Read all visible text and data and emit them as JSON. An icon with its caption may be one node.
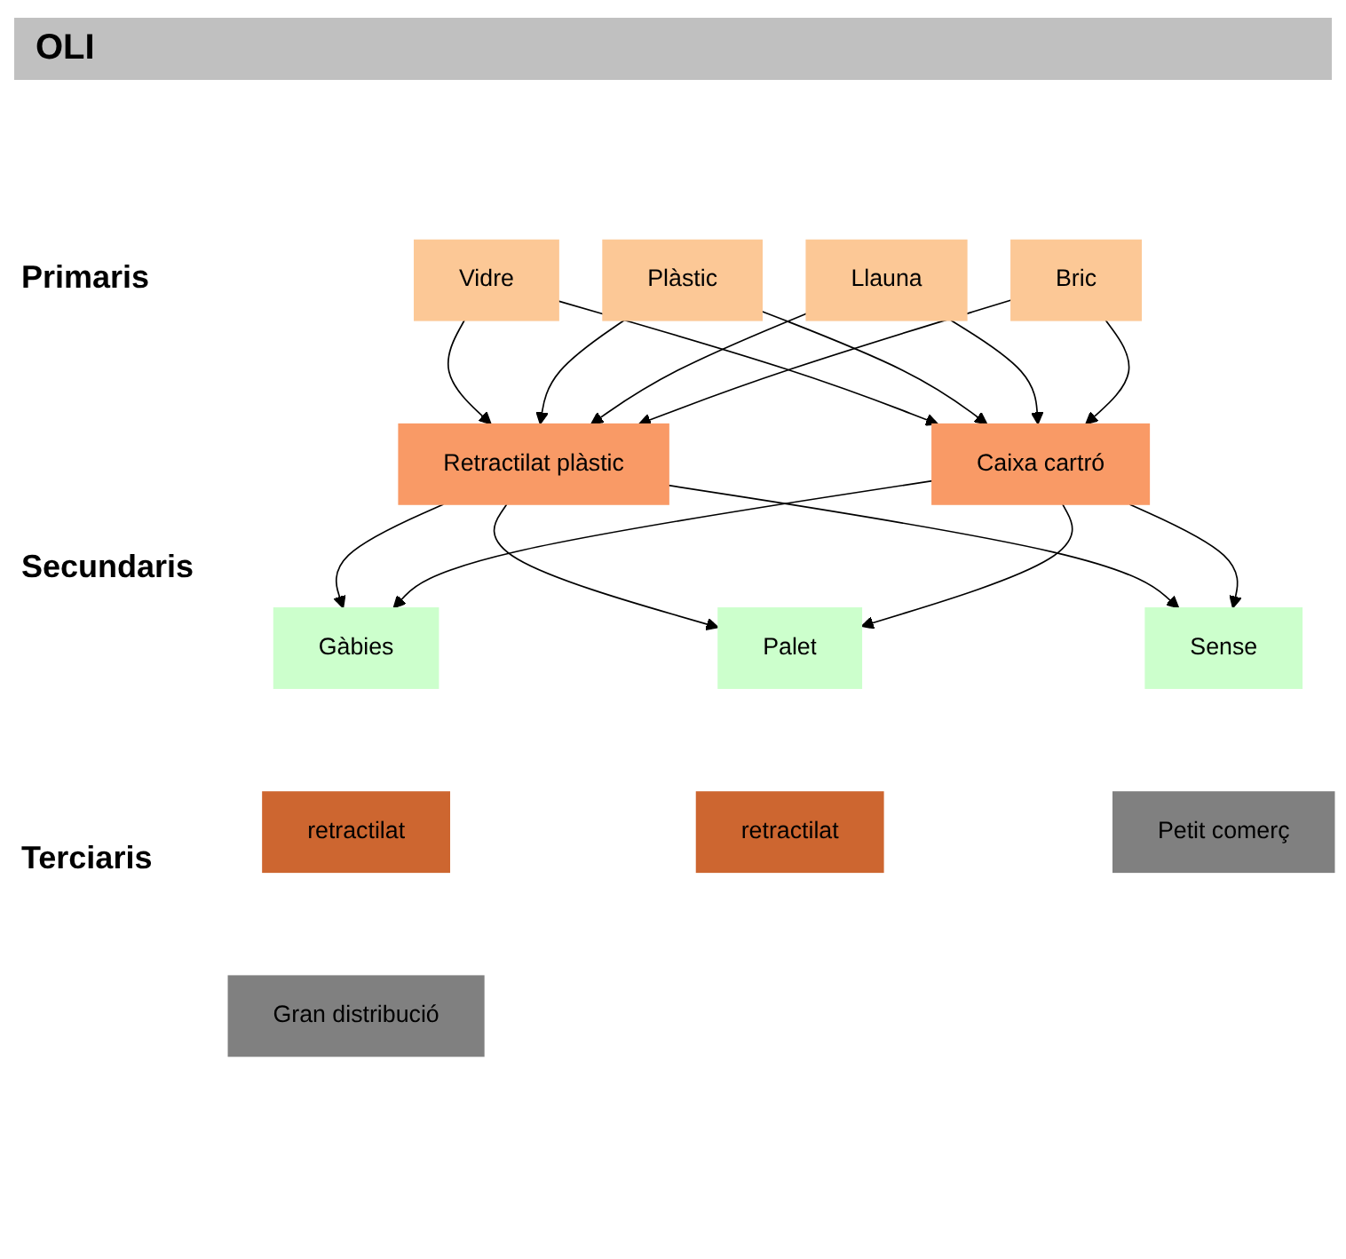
{
  "diagram": {
    "title": "OLI",
    "nodes": [
      {
        "text": [
          "Vidre"
        ]
      },
      {
        "text": [
          "Plàstic"
        ]
      },
      {
        "text": [
          "Llauna"
        ]
      },
      {
        "text": [
          "Bric"
        ]
      },
      {
        "text": [
          "Retractilat plàstic"
        ]
      },
      {
        "text": [
          "Caixa cartró"
        ]
      },
      {
        "text": [
          "Sense"
        ]
      },
      {
        "text": [
          "Gàbies"
        ]
      },
      {
        "text": [
          "Palet"
        ]
      },
      {
        "text": [
          "retractilat"
        ]
      },
      {
        "text": [
          "retractilat"
        ]
      },
      {
        "text": [
          "Petit comerç"
        ]
      },
      {
        "text": [
          "Gran distribució"
        ]
      }
    ],
    "edges": [
      {
        "from": 0,
        "to": 4,
        "arrow": "to"
      },
      {
        "from": 0,
        "to": 5,
        "arrow": "to"
      },
      {
        "from": 1,
        "to": 4,
        "arrow": "to"
      },
      {
        "from": 1,
        "to": 5,
        "arrow": "to"
      },
      {
        "from": 2,
        "to": 4,
        "arrow": "to"
      },
      {
        "from": 2,
        "to": 5,
        "arrow": "to"
      },
      {
        "from": 3,
        "to": 4,
        "arrow": "to"
      },
      {
        "from": 3,
        "to": 5,
        "arrow": "to"
      },
      {
        "from": 4,
        "to": 6,
        "arrow": "to"
      },
      {
        "from": 4,
        "to": 7,
        "arrow": "to"
      },
      {
        "from": 4,
        "to": 8,
        "arrow": "to"
      },
      {
        "from": 5,
        "to": 6,
        "arrow": "to"
      },
      {
        "from": 5,
        "to": 7,
        "arrow": "to"
      },
      {
        "from": 5,
        "to": 8,
        "arrow": "to"
      }
    ],
    "labels": [
      "Primaris",
      "Secundaris",
      "Terciaris"
    ]
  }
}
